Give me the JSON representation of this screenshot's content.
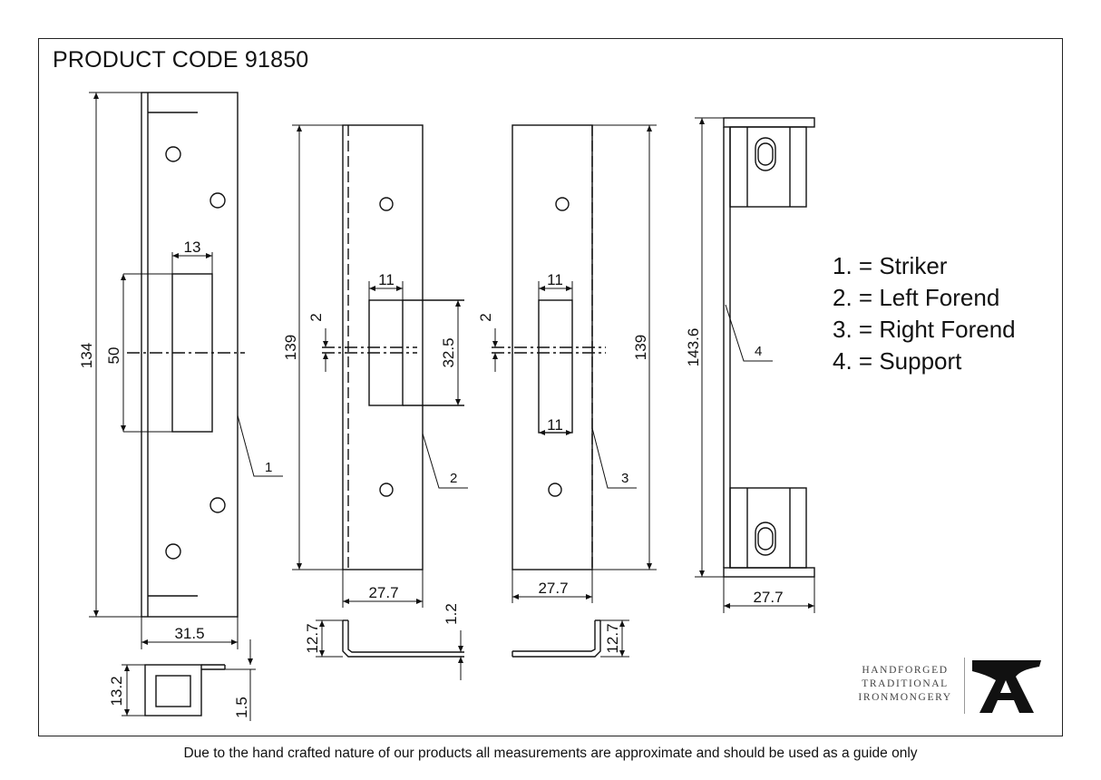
{
  "title": "PRODUCT CODE 91850",
  "legend": [
    "1. = Striker",
    "2. = Left Forend",
    "3. = Right Forend",
    "4. = Support"
  ],
  "disclaimer": "Due to the hand crafted nature of our products all measurements are approximate and should be used as a guide only",
  "brand": {
    "lines": [
      "HANDFORGED",
      "TRADITIONAL",
      "IRONMONGERY"
    ],
    "logo_icon": "anvil-a-icon"
  },
  "dimensions": {
    "striker_height": "134",
    "striker_opening": "50",
    "striker_opening_width": "13",
    "striker_width": "31.5",
    "striker_side_height": "13.2",
    "striker_thickness": "1.5",
    "left_forend_height": "139",
    "left_forend_slot_width": "11",
    "left_forend_slot_height": "32.5",
    "left_forend_gap": "2",
    "left_forend_width": "27.7",
    "left_forend_lip": "12.7",
    "left_forend_thickness": "1.2",
    "right_forend_height": "139",
    "right_forend_slot_width_top": "11",
    "right_forend_slot_width_bottom": "11",
    "right_forend_gap": "2",
    "right_forend_width": "27.7",
    "right_forend_lip": "12.7",
    "support_height": "143.6",
    "support_width": "27.7"
  },
  "callouts": [
    "1",
    "2",
    "3",
    "4"
  ]
}
